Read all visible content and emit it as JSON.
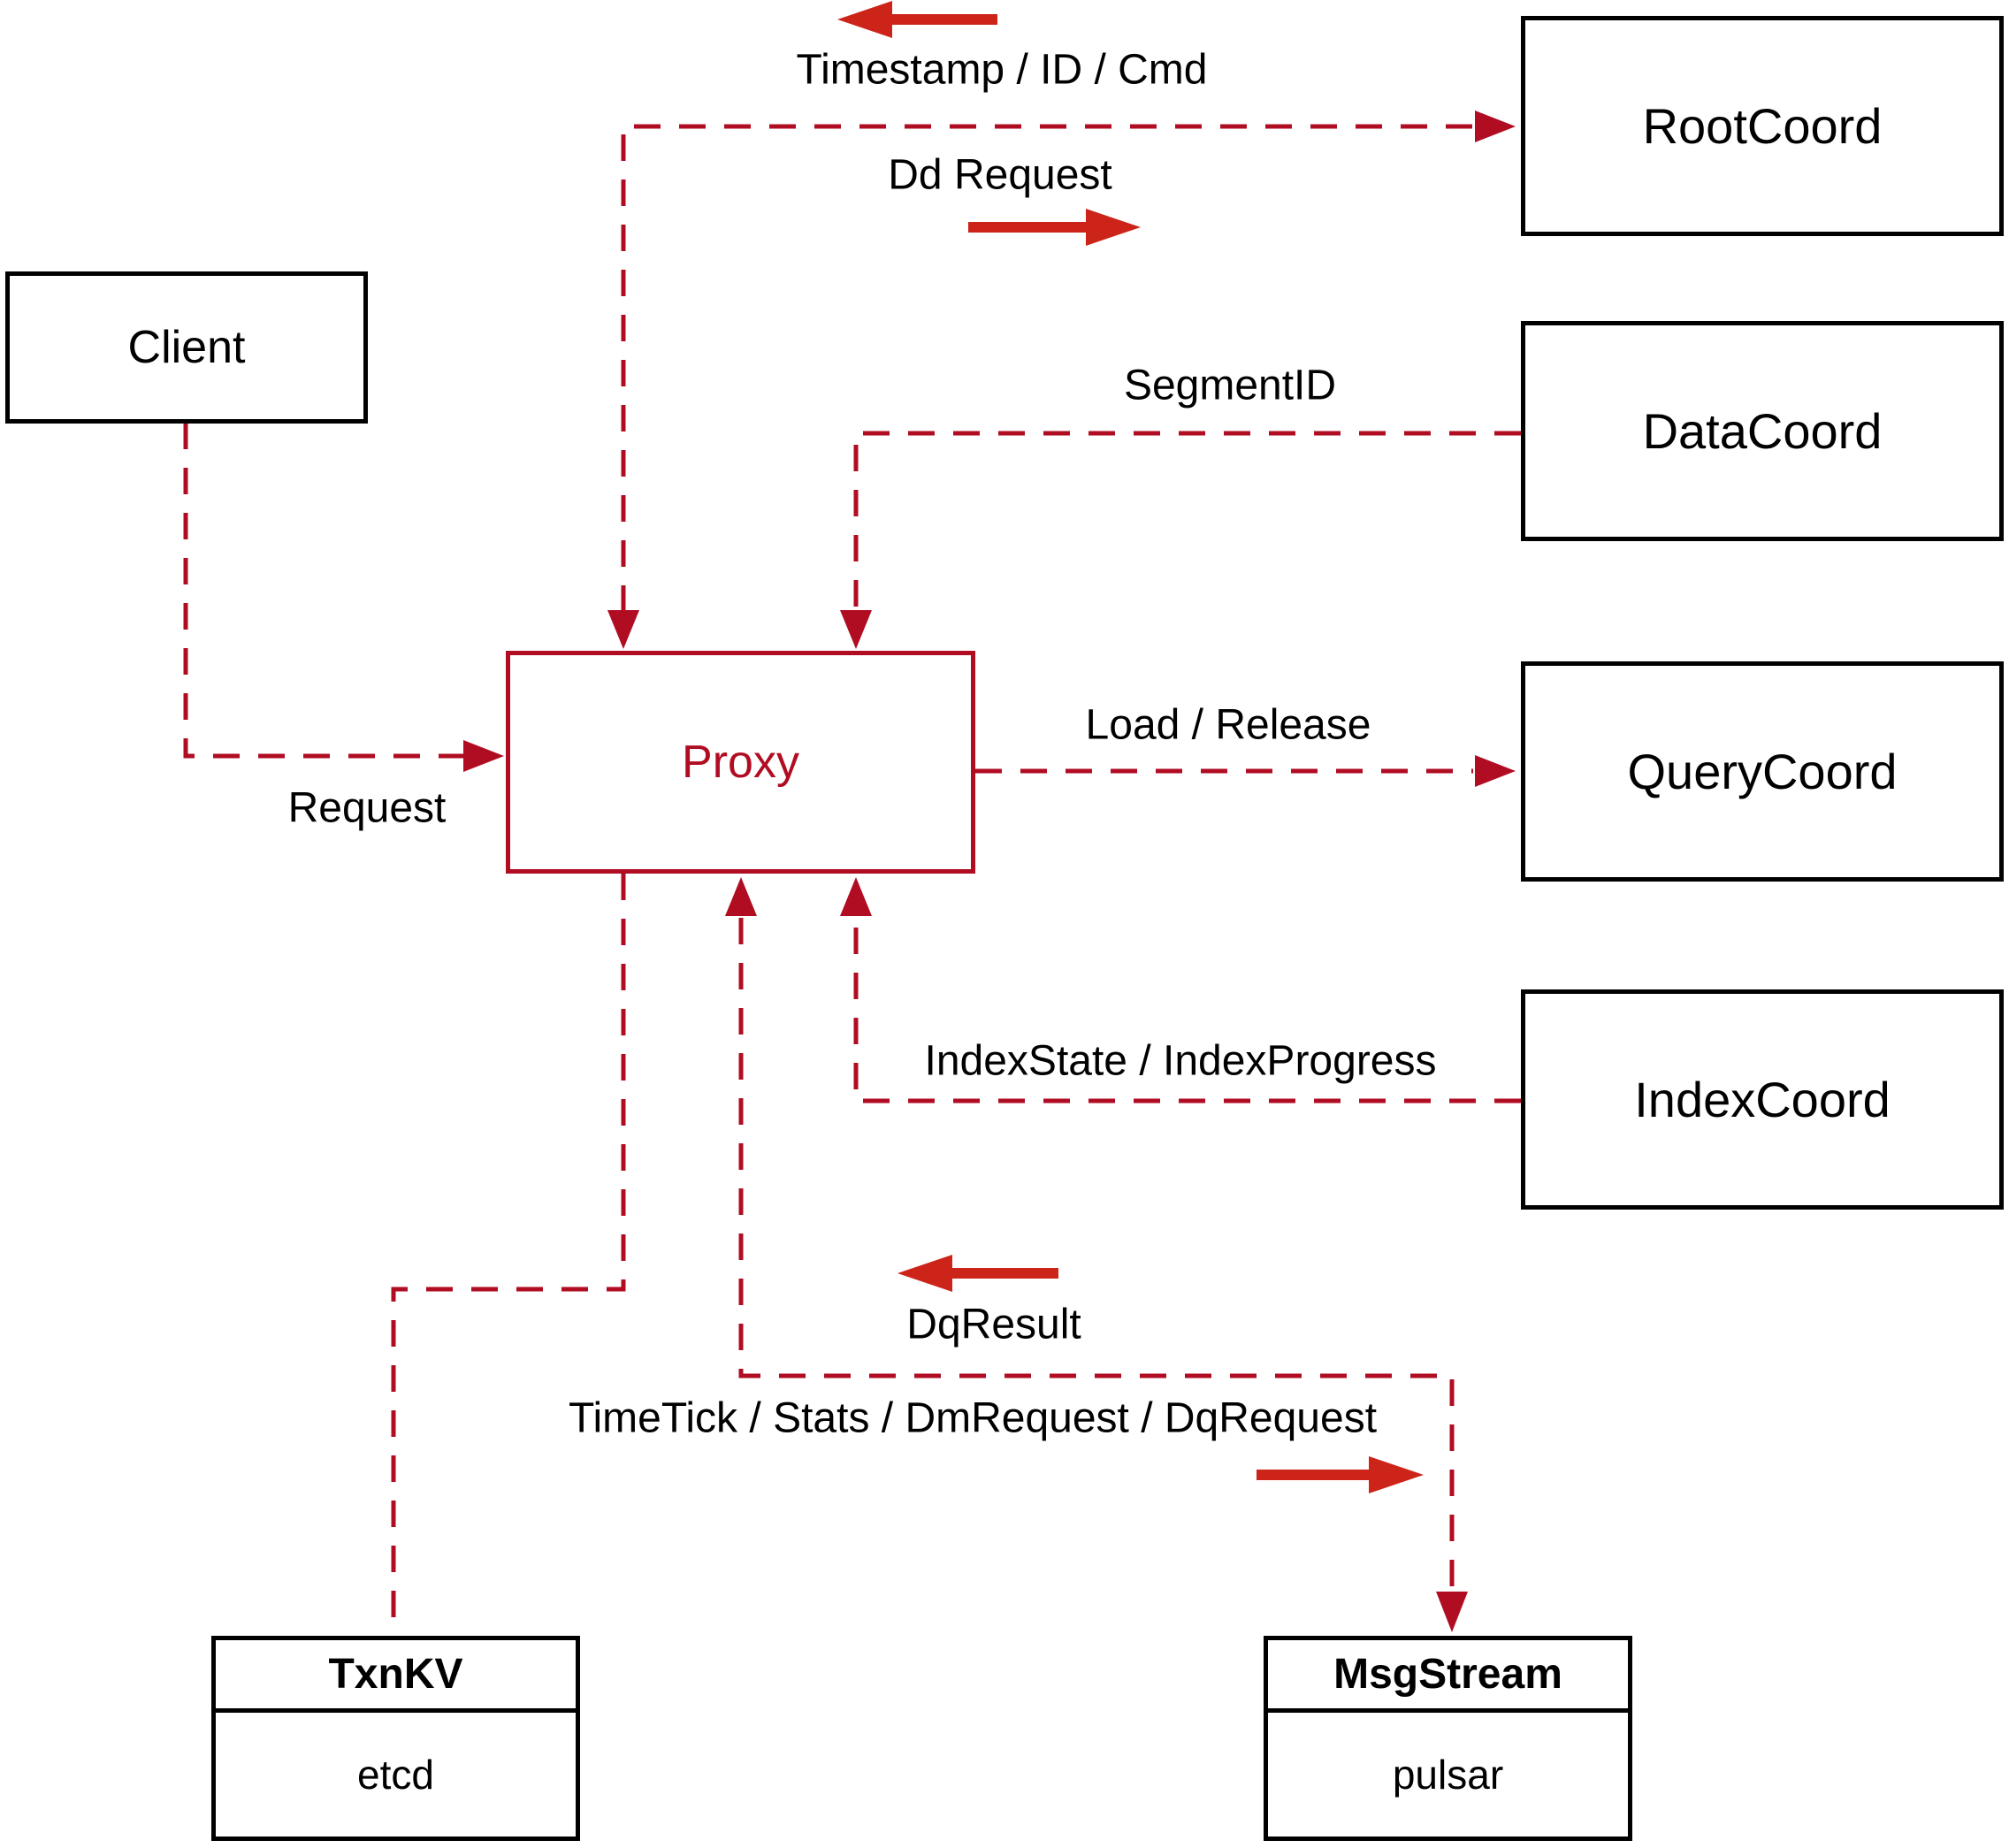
{
  "diagram": {
    "nodes": {
      "client": {
        "label": "Client"
      },
      "proxy": {
        "label": "Proxy"
      },
      "root_coord": {
        "label": "RootCoord"
      },
      "data_coord": {
        "label": "DataCoord"
      },
      "query_coord": {
        "label": "QueryCoord"
      },
      "index_coord": {
        "label": "IndexCoord"
      },
      "txn_kv": {
        "title": "TxnKV",
        "impl": "etcd"
      },
      "msg_stream": {
        "title": "MsgStream",
        "impl": "pulsar"
      }
    },
    "edge_labels": {
      "timestamp_id_cmd": "Timestamp / ID / Cmd",
      "dd_request": "Dd Request",
      "segment_id": "SegmentID",
      "load_release": "Load / Release",
      "index_state_progress": "IndexState / IndexProgress",
      "request": "Request",
      "dq_result": "DqResult",
      "timetick_stats": "TimeTick / Stats / DmRequest / DqRequest"
    },
    "colors": {
      "background": "#ffffff",
      "node_border": "#000000",
      "text": "#000000",
      "dashed_line": "#b00d23",
      "proxy_accent": "#b00d23",
      "solid_arrow": "#cc2418"
    }
  }
}
